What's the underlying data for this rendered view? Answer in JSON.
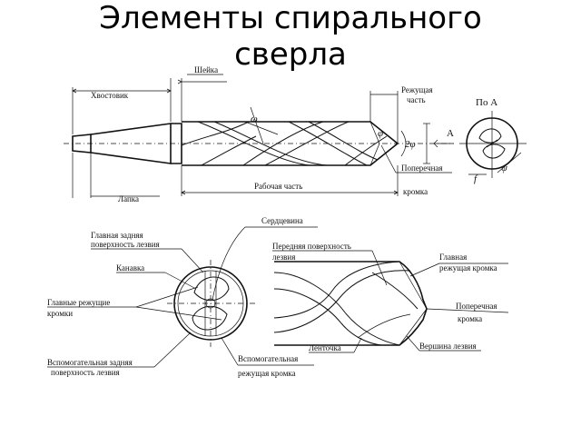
{
  "title": {
    "line1": "Элементы спирального",
    "line2": "сверла"
  },
  "diagram_top": {
    "neck": "Шейка",
    "shank": "Хвостовик",
    "cutting_part_1": "Режущая",
    "cutting_part_2": "часть",
    "view_a": "По А",
    "omega": "ω",
    "phi": "φ",
    "two_phi": "2φ",
    "a_mark": "А",
    "transverse_1": "Поперечная",
    "transverse_2": "кромка",
    "f_mark": "f",
    "psi": "ψ",
    "working_part": "Рабочая часть",
    "tang": "Лапка"
  },
  "diagram_bottom": {
    "core": "Сердцевина",
    "main_flank_1": "Главная задняя",
    "main_flank_2": "поверхность лезвия",
    "flute": "Канавка",
    "main_edges_1": "Главные режущие",
    "main_edges_2": "кромки",
    "aux_flank_1": "Вспомогательная задняя",
    "aux_flank_2": "поверхность лезвия",
    "aux_edge_1": "Вспомогательная",
    "aux_edge_2": "режущая кромка",
    "rake_1": "Передняя поверхность",
    "rake_2": "лезвия",
    "main_edge_1": "Главная",
    "main_edge_2": "режущая кромка",
    "transverse_1": "Поперечная",
    "transverse_2": "кромка",
    "land": "Ленточка",
    "tip": "Вершина лезвия"
  }
}
